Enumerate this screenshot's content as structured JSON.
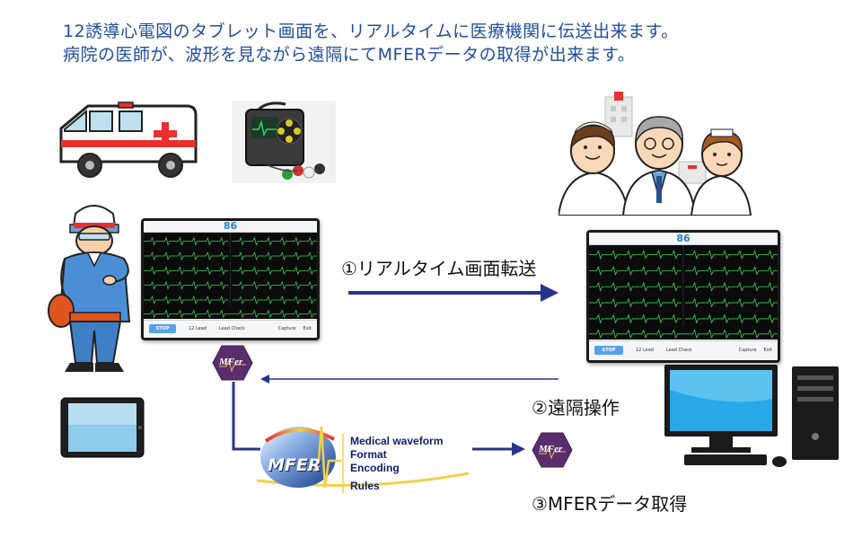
{
  "headline": {
    "line1": "12誘導心電図のタブレット画面を、リアルタイムに医療機関に伝送出来ます。",
    "line2": "病院の医師が、波形を見ながら遠隔にてMFERデータの取得が出来ます。"
  },
  "steps": {
    "realtime_transfer": "①リアルタイム画面転送",
    "remote_operation": "②遠隔操作",
    "mfer_acquisition": "③MFERデータ取得"
  },
  "tablet_screen": {
    "heart_rate": "86",
    "stop_label": "STOP",
    "lead_label": "12 Lead",
    "lead_check_label": "Lead Check",
    "capture_label": "Capture",
    "exit_label": "Exit"
  },
  "mfer_logo": {
    "name": "MFER",
    "rules_lines": [
      "Medical waveform",
      "Format",
      "Encoding",
      "Rules"
    ],
    "badge_text": "MFer"
  },
  "colors": {
    "headline": "#1f4e9e",
    "arrow": "#27348b",
    "ecg_trace": "#39d353",
    "hex_badge": "#5a2d6e",
    "accent_blue": "#2b7fd6"
  },
  "icons": [
    "ambulance-icon",
    "ecg-device-icon",
    "paramedic-icon",
    "tablet-icon",
    "medical-staff-icon",
    "desktop-pc-icon",
    "mfer-badge-icon"
  ]
}
